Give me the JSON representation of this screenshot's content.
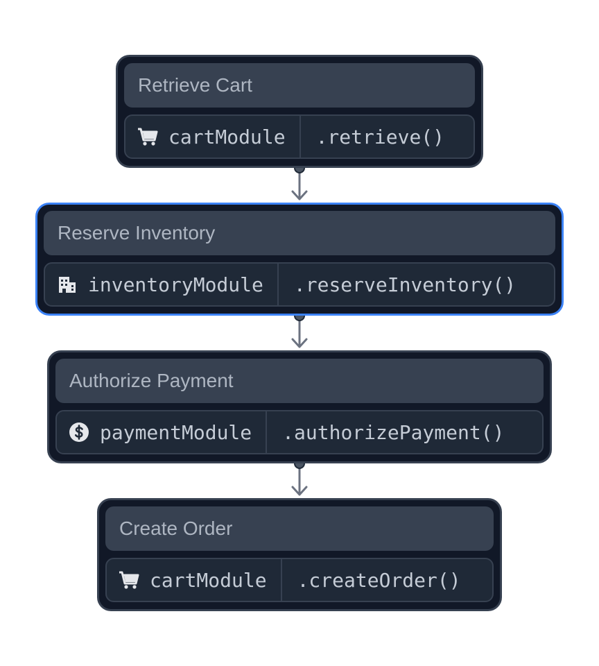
{
  "workflow": {
    "steps": [
      {
        "title": "Retrieve Cart",
        "module": "cartModule",
        "method": ".retrieve()",
        "icon": "cart-icon",
        "selected": false
      },
      {
        "title": "Reserve Inventory",
        "module": "inventoryModule",
        "method": ".reserveInventory()",
        "icon": "building-icon",
        "selected": true
      },
      {
        "title": "Authorize Payment",
        "module": "paymentModule",
        "method": ".authorizePayment()",
        "icon": "dollar-circle-icon",
        "selected": false
      },
      {
        "title": "Create Order",
        "module": "cartModule",
        "method": ".createOrder()",
        "icon": "cart-icon",
        "selected": false
      }
    ]
  },
  "colors": {
    "node_background": "#111827",
    "node_border": "#374151",
    "selected_border": "#3b82f6",
    "connector": "#6b7280",
    "text": "#c5ccd6"
  }
}
